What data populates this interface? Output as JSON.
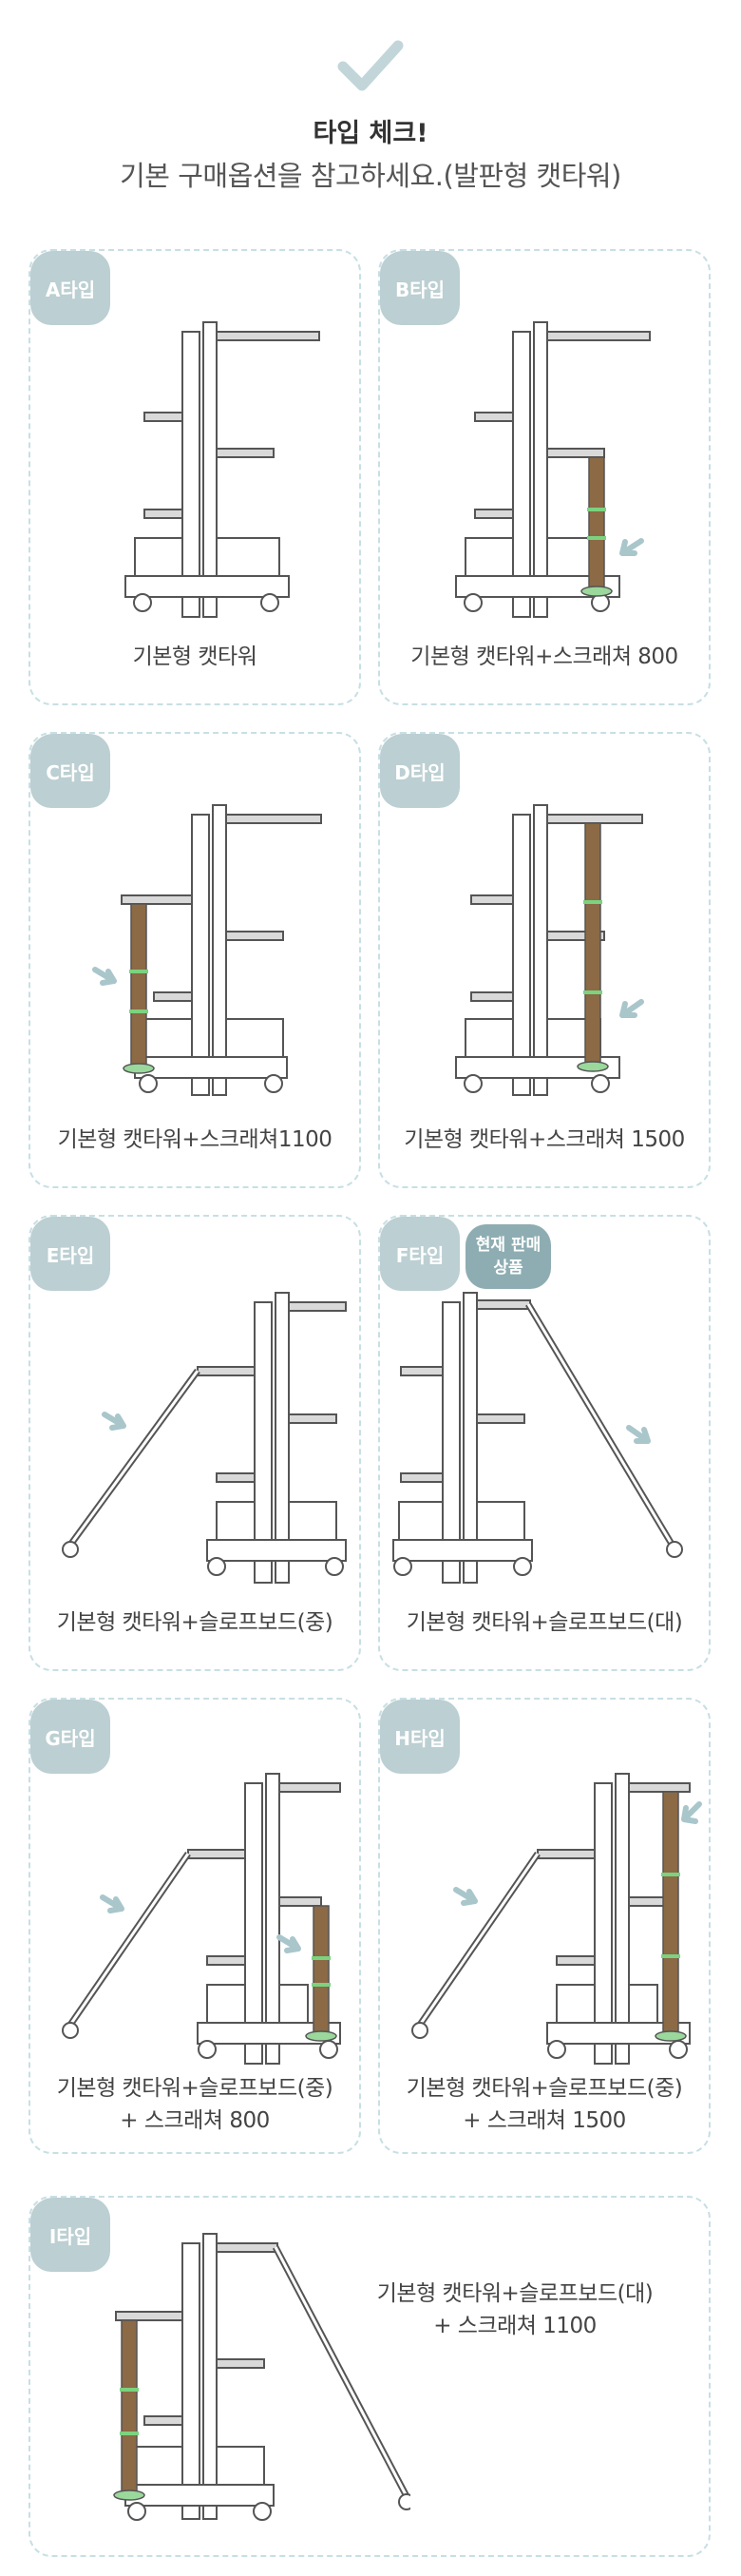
{
  "header": {
    "title": "타입 체크!",
    "subtitle": "기본 구매옵션을 참고하세요.(발판형 캣타워)"
  },
  "colors": {
    "badge": "#bccfd2",
    "badge_hot": "#8eadb2",
    "border": "#c7dfe4",
    "scratcher": "#8b6a45",
    "ring": "#7bd37f",
    "arrow": "#a9c6cb"
  },
  "cards": [
    {
      "badge": "A타입",
      "caption1": "기본형 캣타워",
      "caption2": ""
    },
    {
      "badge": "B타입",
      "caption1": "기본형 캣타워+스크래쳐 800",
      "caption2": ""
    },
    {
      "badge": "C타입",
      "caption1": "기본형 캣타워+스크래쳐1100",
      "caption2": ""
    },
    {
      "badge": "D타입",
      "caption1": "기본형 캣타워+스크래쳐 1500",
      "caption2": ""
    },
    {
      "badge": "E타입",
      "caption1": "기본형 캣타워+슬로프보드(중)",
      "caption2": ""
    },
    {
      "badge": "F타입",
      "hot": "현재 판매\n상품",
      "caption1": "기본형 캣타워+슬로프보드(대)",
      "caption2": ""
    },
    {
      "badge": "G타입",
      "caption1": "기본형 캣타워+슬로프보드(중)",
      "caption2": "+ 스크래쳐 800"
    },
    {
      "badge": "H타입",
      "caption1": "기본형 캣타워+슬로프보드(중)",
      "caption2": "+ 스크래쳐 1500"
    },
    {
      "badge": "I타입",
      "caption1": "기본형 캣타워+슬로프보드(대)",
      "caption2": "+ 스크래쳐 1100"
    }
  ]
}
